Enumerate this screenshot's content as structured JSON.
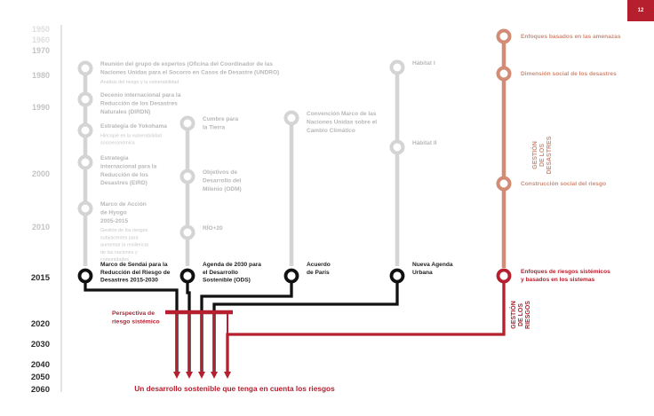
{
  "page_number": "12",
  "colors": {
    "grey": "#d4d4d4",
    "grey_text_strong": "#b8b8b8",
    "grey_text_light": "#c8c8c8",
    "black": "#111111",
    "dark_red": "#b51f2e",
    "salmon": "#d28c75"
  },
  "years": [
    {
      "label": "1950",
      "style": "faint"
    },
    {
      "label": "1960",
      "style": "faint"
    },
    {
      "label": "1970",
      "style": "light"
    },
    {
      "label": "1980",
      "style": "light"
    },
    {
      "label": "1990",
      "style": "light"
    },
    {
      "label": "2000",
      "style": "light"
    },
    {
      "label": "2010",
      "style": "light"
    },
    {
      "label": "2015",
      "style": "dark"
    },
    {
      "label": "2020",
      "style": "dark"
    },
    {
      "label": "2030",
      "style": "dark"
    },
    {
      "label": "2040",
      "style": "dark"
    },
    {
      "label": "2050",
      "style": "dark"
    },
    {
      "label": "2060",
      "style": "dark"
    }
  ],
  "lines": [
    {
      "id": "sendai",
      "nodes": [
        {
          "title": [
            "Reunión del grupo de expertos (Oficina del Coordinador de las",
            "Naciones Unidas para el Socorro en Casos de Desastre (UNDRO)"
          ],
          "sub": [
            "Análisis del riesgo y la vulnerabilidad"
          ]
        },
        {
          "title": [
            "Decenio internacional para la",
            "Reducción de los Desastres",
            "Naturales (DIRDN)"
          ],
          "sub": []
        },
        {
          "title": [
            "Estrategia de Yokohama"
          ],
          "sub": [
            "Hincapié en la vulnerabilidad",
            "socioeconómica"
          ]
        },
        {
          "title": [
            "Estrategia",
            "Internacional para la",
            "Reducción de los",
            "Desastres (EIRD)"
          ],
          "sub": []
        },
        {
          "title": [
            "Marco de Acción",
            "de Hyogo",
            "2005-2015"
          ],
          "sub": [
            "Gestión de los riesgos",
            "subyacentes para",
            "aumentar la resiliencia",
            "de las naciones y",
            "comunidades"
          ]
        }
      ],
      "key_node": {
        "title": [
          "Marco de Sendai para la",
          "Reducción del Riesgo de",
          "Desastres 2015-2030"
        ]
      }
    },
    {
      "id": "agenda2030",
      "nodes": [
        {
          "title": [
            "Cumbre para",
            "la Tierra"
          ],
          "sub": []
        },
        {
          "title": [
            "Objetivos de",
            "Desarrollo del",
            "Milenio (ODM)"
          ],
          "sub": []
        },
        {
          "title": [
            "RÍO+20"
          ],
          "sub": []
        }
      ],
      "key_node": {
        "title": [
          "Agenda de 2030 para",
          "el Desarrollo",
          "Sostenible (ODS)"
        ]
      }
    },
    {
      "id": "paris",
      "nodes": [
        {
          "title": [
            "Convención Marco de las",
            "Naciones Unidas sobre el",
            "Cambio Climático"
          ],
          "sub": []
        }
      ],
      "key_node": {
        "title": [
          "Acuerdo",
          "de París"
        ]
      }
    },
    {
      "id": "urban",
      "nodes": [
        {
          "title": [
            "Hábitat I"
          ],
          "sub": []
        },
        {
          "title": [
            "Hábitat II"
          ],
          "sub": []
        }
      ],
      "key_node": {
        "title": [
          "Nueva Agenda",
          "Urbana"
        ]
      }
    },
    {
      "id": "disasters",
      "nodes": [
        {
          "title": [
            "Enfoques basados en las amenazas"
          ],
          "sub": []
        },
        {
          "title": [
            "Dimensión social de los desastres"
          ],
          "sub": []
        },
        {
          "title": [
            "Construcción social del riesgo"
          ],
          "sub": []
        }
      ],
      "key_node": {
        "title": [
          "Enfoques de riesgos sistémicos",
          "y basados en los sistemas"
        ]
      }
    }
  ],
  "vertical_labels": {
    "disaster_management": [
      "GESTIÓN",
      "DE LOS",
      "DESASTRES"
    ],
    "risk_management": [
      "GESTIÓN",
      "DE LOS",
      "RIESGOS"
    ]
  },
  "perspective_label": [
    "Perspectiva de",
    "riesgo sistémico"
  ],
  "bottom_caption": "Un desarrollo sostenible que tenga en cuenta los riesgos"
}
